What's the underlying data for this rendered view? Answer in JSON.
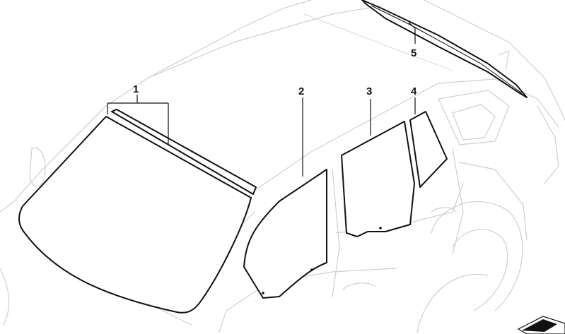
{
  "callouts": [
    {
      "id": "1",
      "label": "1",
      "part": "windscreen"
    },
    {
      "id": "2",
      "label": "2",
      "part": "front-door-window"
    },
    {
      "id": "3",
      "label": "3",
      "part": "rear-door-window"
    },
    {
      "id": "4",
      "label": "4",
      "part": "rear-quarter-window"
    },
    {
      "id": "5",
      "label": "5",
      "part": "roof-strip"
    }
  ]
}
